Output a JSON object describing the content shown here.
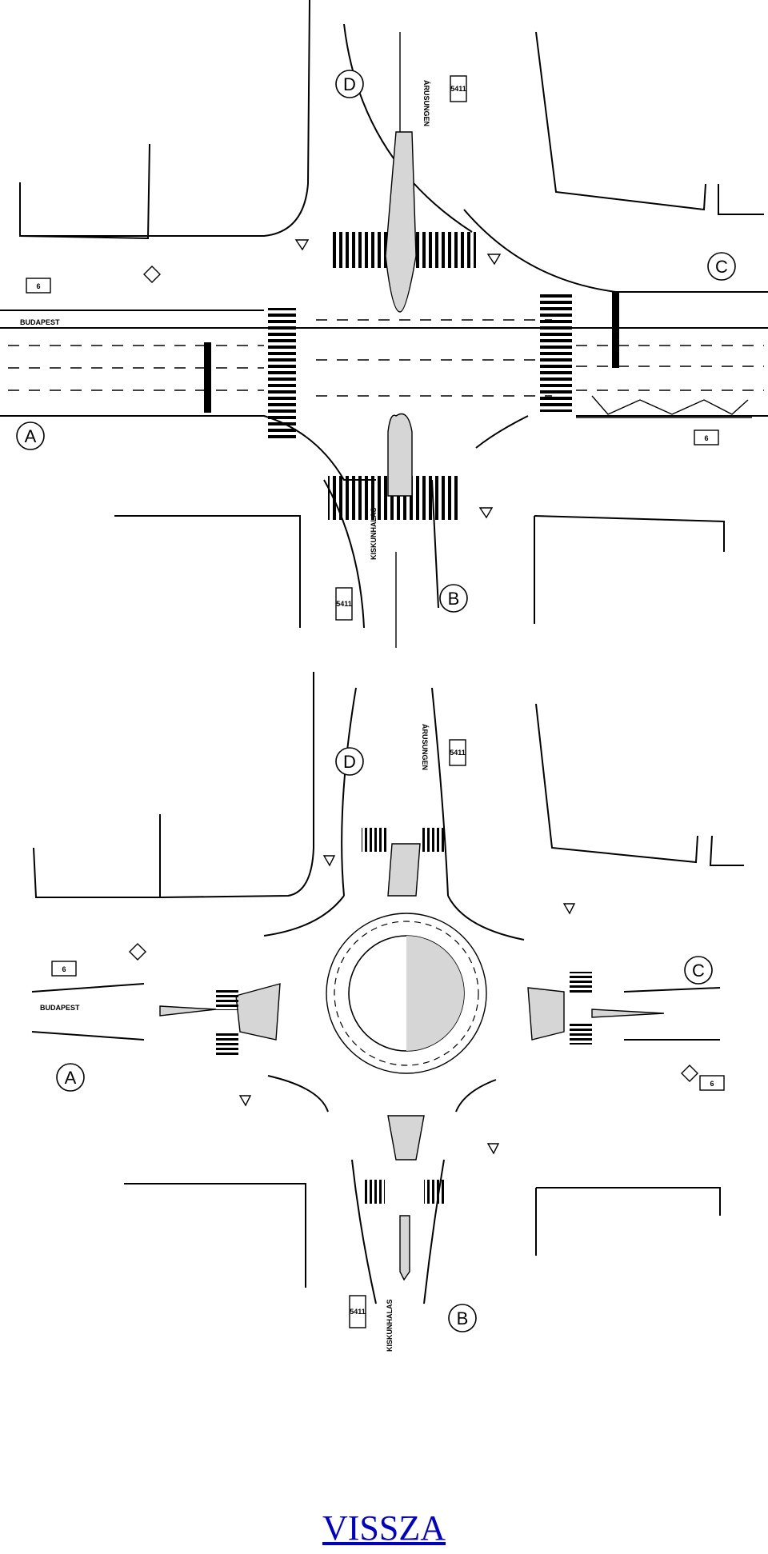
{
  "plans": {
    "top": {
      "label_a": "A",
      "label_b": "B",
      "label_c": "C",
      "label_d": "D",
      "street_a": "BUDAPEST",
      "street_b": "KISKUNHALAS",
      "street_d": "ÁRUSUNGEN",
      "route_a": "6",
      "route_b": "5411",
      "route_c": "6",
      "route_d": "5411"
    },
    "bottom": {
      "label_a": "A",
      "label_b": "B",
      "label_c": "C",
      "label_d": "D",
      "street_a": "BUDAPEST",
      "street_b": "KISKUNHALAS",
      "street_d": "ÁRUSUNGEN",
      "route_a": "6",
      "route_b": "5411",
      "route_c": "6",
      "route_d": "5411"
    }
  },
  "footer": {
    "back_label": "VISSZA"
  }
}
